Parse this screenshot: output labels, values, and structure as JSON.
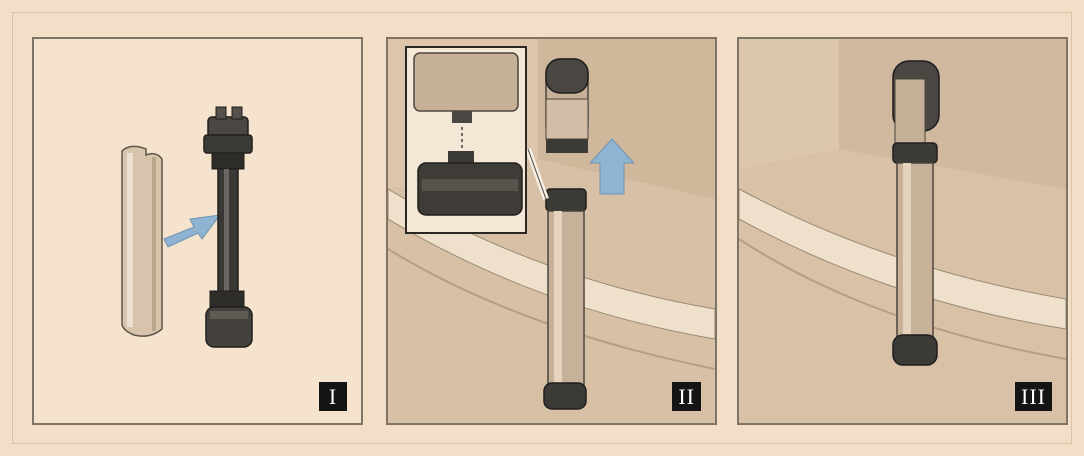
{
  "steps": [
    {
      "label": "I"
    },
    {
      "label": "II"
    },
    {
      "label": "III"
    }
  ],
  "colors": {
    "background": "#f3dec8",
    "panel_border": "#7f7566",
    "arrow": "#8fb4d2",
    "badge": "#141414",
    "cover": "#d9c4ab",
    "dark_part": "#3c3a36"
  },
  "icons": [
    "insert-arrow-icon",
    "lift-arrow-icon"
  ]
}
